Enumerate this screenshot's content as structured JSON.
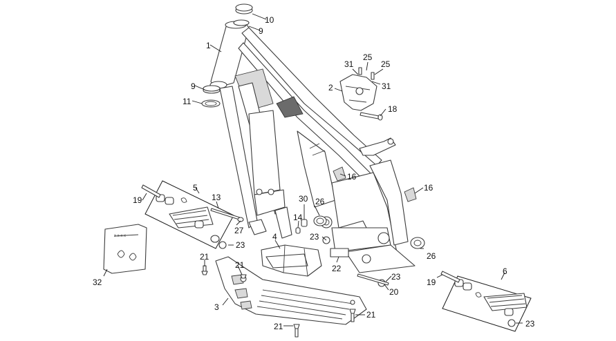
{
  "diagram": {
    "callouts": [
      "10",
      "9",
      "1",
      "9",
      "11",
      "31",
      "25",
      "25",
      "31",
      "2",
      "18",
      "16",
      "16",
      "5",
      "13",
      "19",
      "30",
      "26",
      "14",
      "27",
      "23",
      "4",
      "23",
      "22",
      "26",
      "23",
      "19",
      "6",
      "21",
      "21",
      "32",
      "20",
      "3",
      "21",
      "21",
      "23"
    ],
    "sticker_text": "x x x x"
  }
}
